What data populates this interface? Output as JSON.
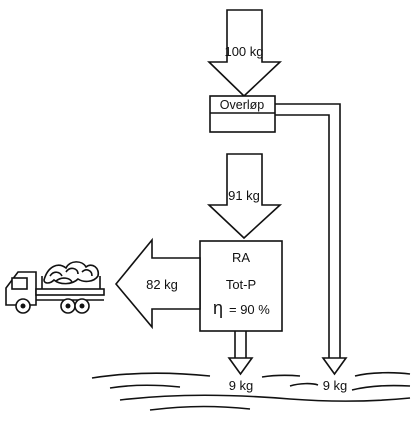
{
  "overflow": {
    "label": "Overløp",
    "inflow": "100 kg",
    "discharge": "9 kg"
  },
  "plant": {
    "name": "RA",
    "parameter": "Tot-P",
    "efficiency_symbol": "η",
    "efficiency_value": "= 90 %",
    "inflow": "91 kg",
    "sludge_out": "82 kg",
    "discharge": "9 kg"
  },
  "icons": [
    "sludge-truck-icon",
    "water-waves-icon"
  ]
}
